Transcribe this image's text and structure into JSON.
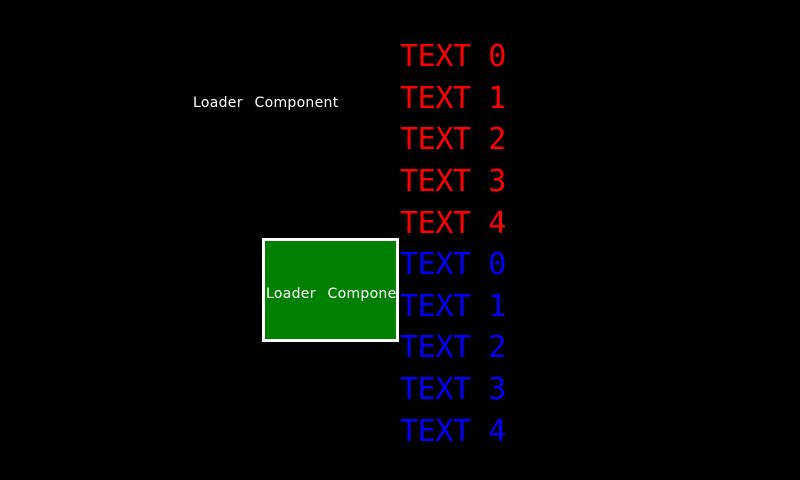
{
  "colors": {
    "background": "#000000",
    "loader_text": "#ffffff",
    "box_fill": "#008000",
    "box_border": "#ffffff",
    "red_text": "#ff0000",
    "blue_text": "#0000ff"
  },
  "loader_plain": {
    "label": "Loader Component"
  },
  "loader_boxed": {
    "label": "Loader Component"
  },
  "text_list": {
    "items": [
      {
        "label": "TEXT 0",
        "color": "#ff0000"
      },
      {
        "label": "TEXT 1",
        "color": "#ff0000"
      },
      {
        "label": "TEXT 2",
        "color": "#ff0000"
      },
      {
        "label": "TEXT 3",
        "color": "#ff0000"
      },
      {
        "label": "TEXT 4",
        "color": "#ff0000"
      },
      {
        "label": "TEXT 0",
        "color": "#0000ff"
      },
      {
        "label": "TEXT 1",
        "color": "#0000ff"
      },
      {
        "label": "TEXT 2",
        "color": "#0000ff"
      },
      {
        "label": "TEXT 3",
        "color": "#0000ff"
      },
      {
        "label": "TEXT 4",
        "color": "#0000ff"
      }
    ]
  }
}
